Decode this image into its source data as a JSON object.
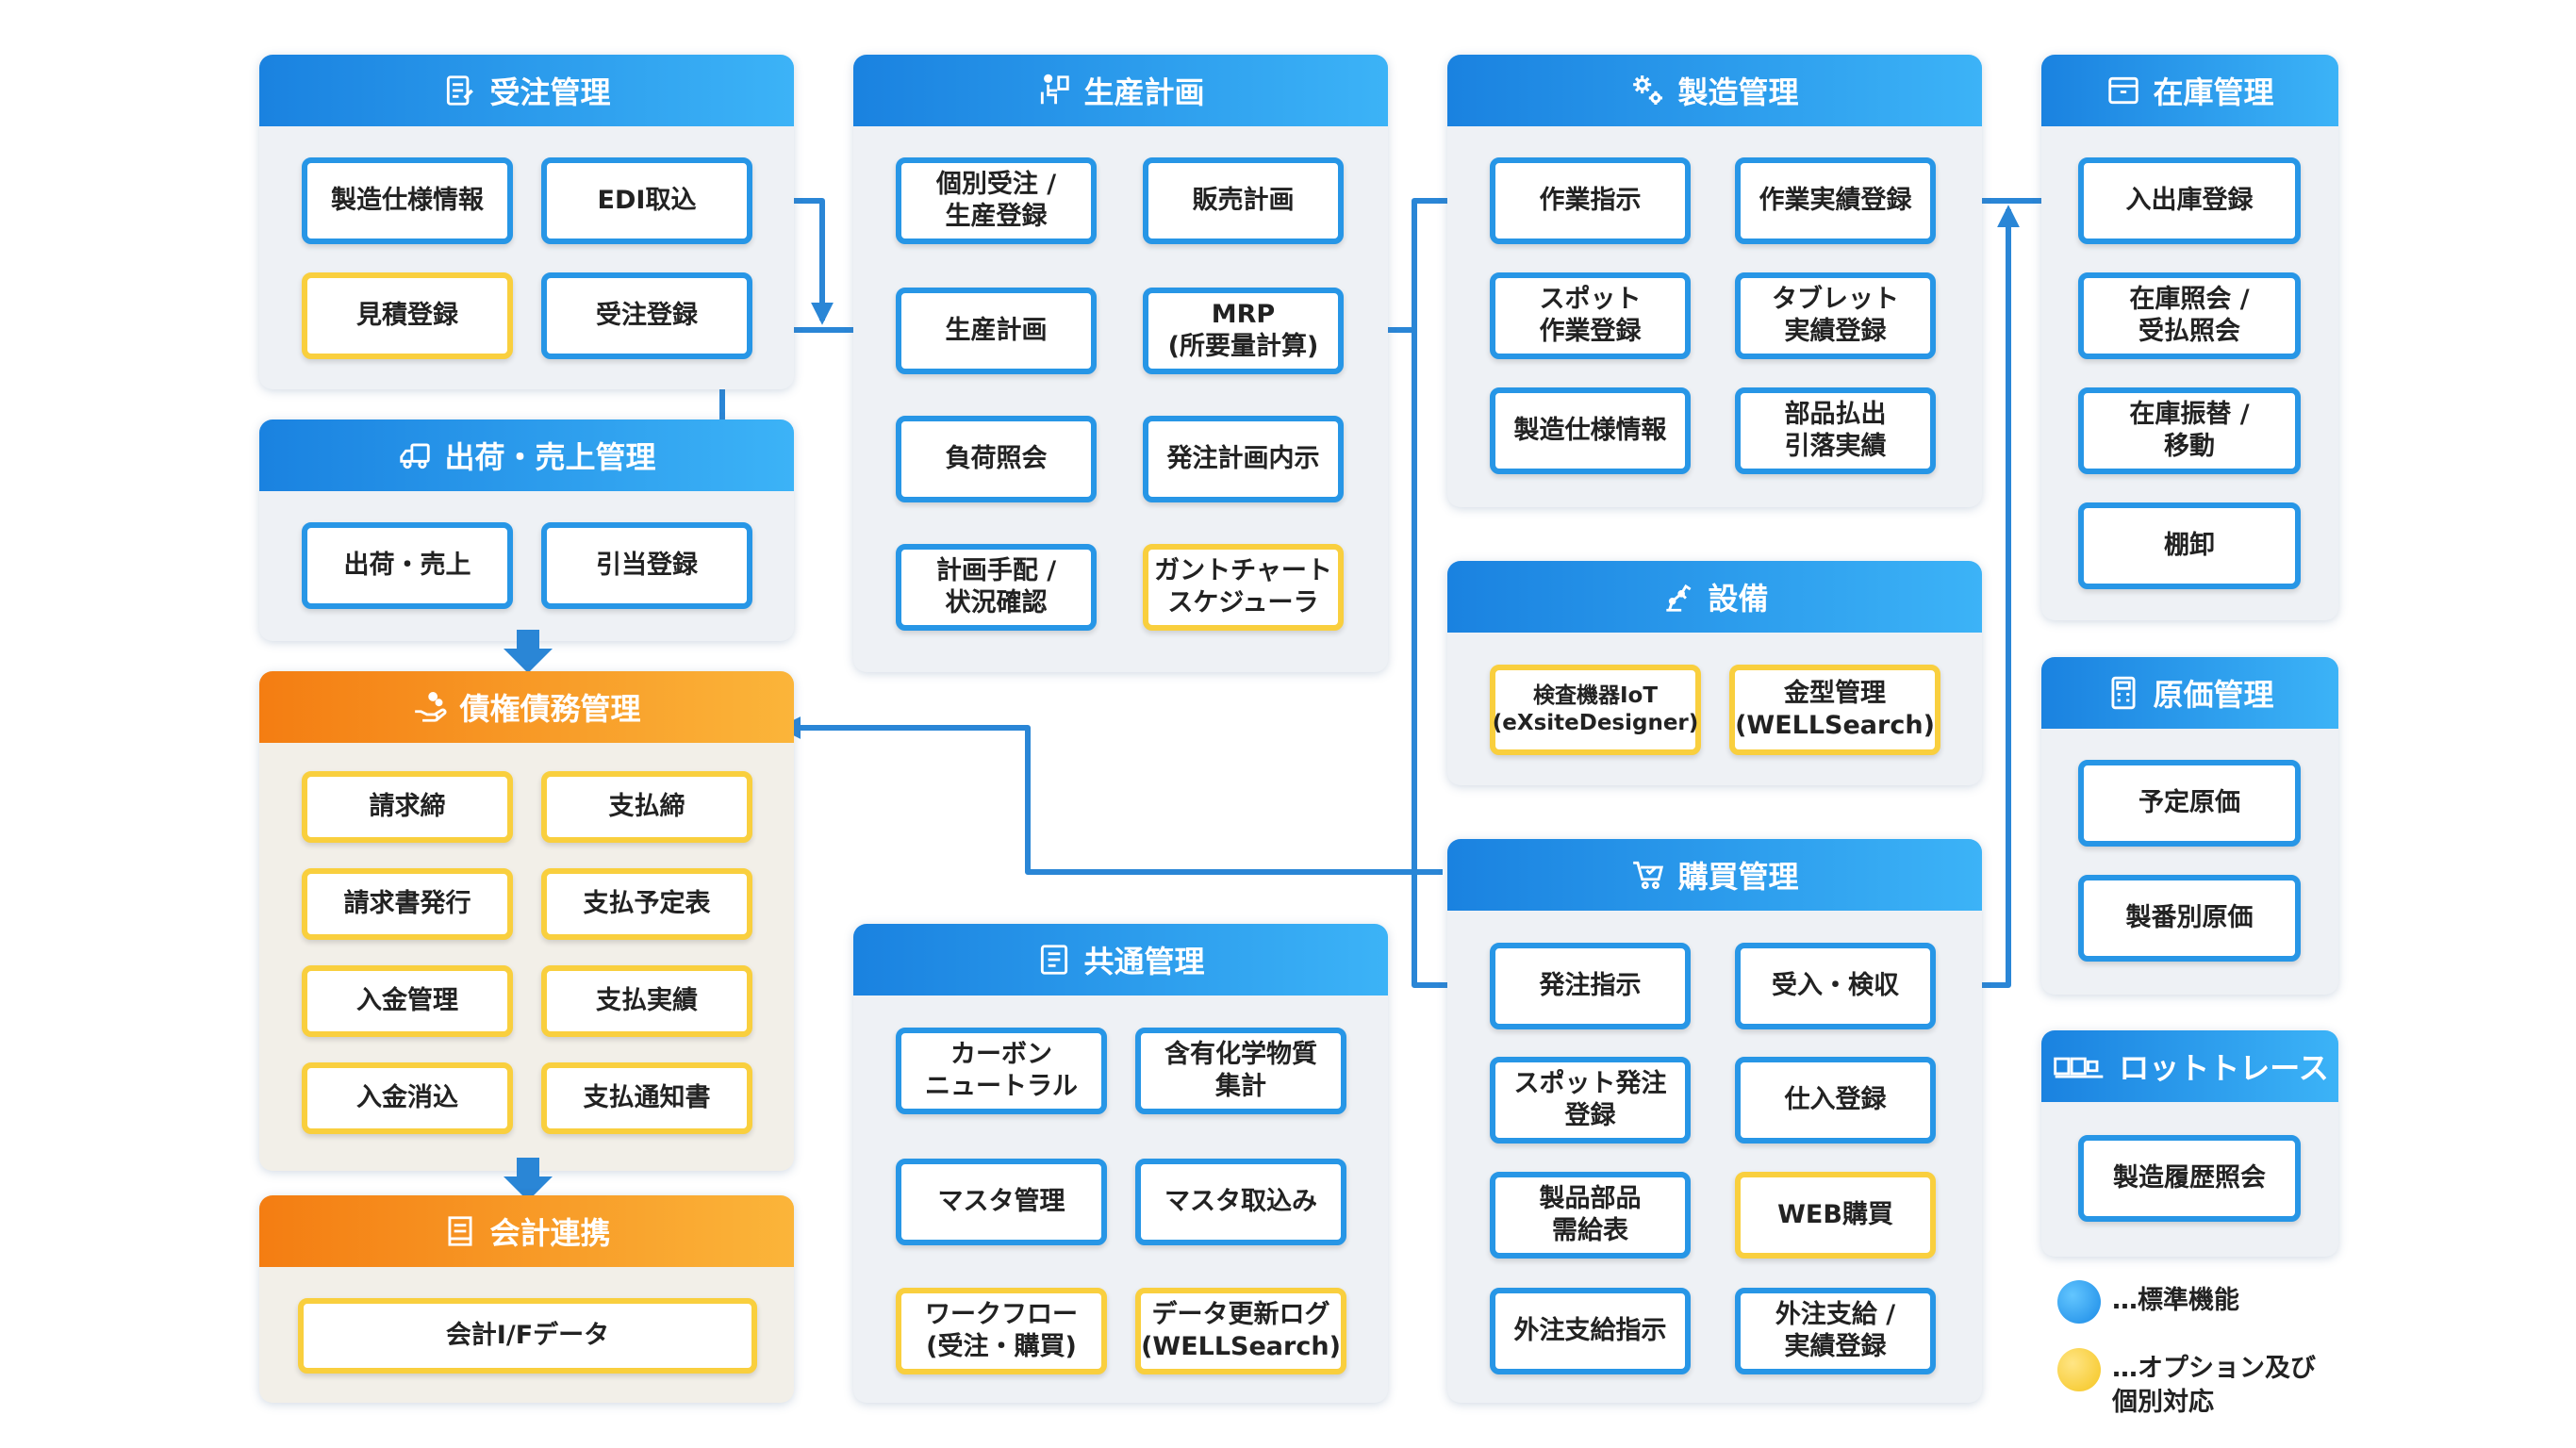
{
  "colors": {
    "standard": "#2796e6",
    "option": "#f9cf3e",
    "header_blue": "#1a82e0",
    "header_orange": "#f47d12",
    "wire": "#2a86d6"
  },
  "sections": {
    "order": {
      "title": "受注管理",
      "icon": "order-form-icon",
      "items": [
        "製造仕様情報",
        "EDI取込",
        "見積登録",
        "受注登録"
      ]
    },
    "shipping": {
      "title": "出荷・売上管理",
      "icon": "delivery-truck-icon",
      "items": [
        "出荷・売上",
        "引当登録"
      ]
    },
    "receivables": {
      "title": "債権債務管理",
      "icon": "hand-coins-icon",
      "items": [
        "請求締",
        "支払締",
        "請求書発行",
        "支払予定表",
        "入金管理",
        "支払実績",
        "入金消込",
        "支払通知書"
      ]
    },
    "accounting": {
      "title": "会計連携",
      "icon": "ledger-icon",
      "items": [
        "会計I/Fデータ"
      ]
    },
    "production": {
      "title": "生産計画",
      "icon": "planning-person-icon",
      "items": [
        "個別受注 /\n生産登録",
        "販売計画",
        "生産計画",
        "MRP\n(所要量計算)",
        "負荷照会",
        "発注計画内示",
        "計画手配 /\n状況確認",
        "ガントチャート\nスケジューラ"
      ]
    },
    "common": {
      "title": "共通管理",
      "icon": "document-list-icon",
      "items": [
        "カーボン\nニュートラル",
        "含有化学物質\n集計",
        "マスタ管理",
        "マスタ取込み",
        "ワークフロー\n(受注・購買)",
        "データ更新ログ\n(WELLSearch)"
      ]
    },
    "manufacturing": {
      "title": "製造管理",
      "icon": "gears-icon",
      "items": [
        "作業指示",
        "作業実績登録",
        "スポット\n作業登録",
        "タブレット\n実績登録",
        "製造仕様情報",
        "部品払出\n引落実績"
      ]
    },
    "equipment": {
      "title": "設備",
      "icon": "robot-arm-icon",
      "items": [
        "検査機器IoT\n(eXsiteDesigner)",
        "金型管理\n(WELLSearch)"
      ]
    },
    "purchasing": {
      "title": "購買管理",
      "icon": "shopping-cart-icon",
      "items": [
        "発注指示",
        "受入・検収",
        "スポット発注\n登録",
        "仕入登録",
        "製品部品\n需給表",
        "WEB購買",
        "外注支給指示",
        "外注支給 /\n実績登録"
      ]
    },
    "inventory": {
      "title": "在庫管理",
      "icon": "storage-box-icon",
      "items": [
        "入出庫登録",
        "在庫照会 /\n受払照会",
        "在庫振替 /\n移動",
        "棚卸"
      ]
    },
    "cost": {
      "title": "原価管理",
      "icon": "calculator-icon",
      "items": [
        "予定原価",
        "製番別原価"
      ]
    },
    "lot": {
      "title": "ロットトレース",
      "icon": "conveyor-icon",
      "items": [
        "製造履歴照会"
      ]
    }
  },
  "legend": {
    "standard": "…標準機能",
    "option": "…オプション及び\n個別対応"
  }
}
